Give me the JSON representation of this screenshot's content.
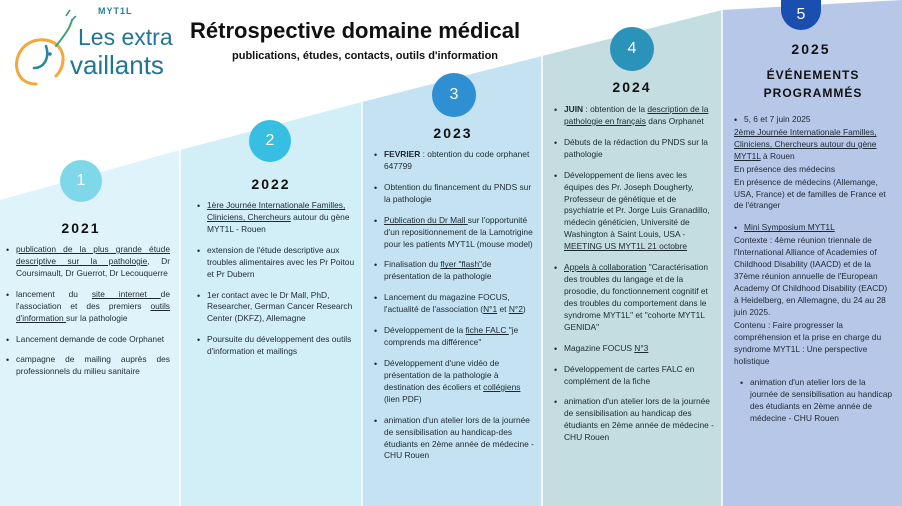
{
  "logo": {
    "tag": "MYT1L",
    "line1": "Les extra",
    "line2": "vaillants"
  },
  "header": {
    "title": "Rétrospective domaine médical",
    "subtitle": "publications, études, contacts, outils d'information"
  },
  "colors": {
    "col1": "#dff4fa",
    "col2": "#d2eef6",
    "col3": "#c4e2f1",
    "col4": "#c3dde0",
    "col5": "#b7c7e8",
    "circle1": "#7fd8ea",
    "circle2": "#36bfe3",
    "circle3": "#2e8fd3",
    "circle4": "#2b93ba",
    "circle5": "#1a4fb0"
  },
  "milestones": [
    {
      "number": "1",
      "year": "2021",
      "items": [
        [
          {
            "t": "publication de la plus grande étude descriptive sur la pathologie",
            "u": true
          },
          {
            "t": ", Dr Coursimault, Dr Guerrot, Dr Lecouquerre"
          }
        ],
        [
          {
            "t": "lancement du "
          },
          {
            "t": "site internet ",
            "u": true
          },
          {
            "t": "de l'association et des premiers "
          },
          {
            "t": "outils d'information ",
            "u": true
          },
          {
            "t": "sur la pathologie"
          }
        ],
        [
          {
            "t": "Lancement demande de code Orphanet"
          }
        ],
        [
          {
            "t": "campagne de mailing auprès des professionnels du milieu sanitaire"
          }
        ]
      ]
    },
    {
      "number": "2",
      "year": "2022",
      "items": [
        [
          {
            "t": "1ère Journée Internationale Familles, Cliniciens, Chercheurs",
            "u": true
          },
          {
            "t": " autour du gène MYT1L - Rouen"
          }
        ],
        [
          {
            "t": "extension de l'étude descriptive aux troubles alimentaires avec les Pr Poitou et Pr Dubern"
          }
        ],
        [
          {
            "t": "1er contact avec le Dr Mall, PhD, Researcher, German Cancer Research Center (DKFZ), Allemagne"
          }
        ],
        [
          {
            "t": "Poursuite du développement des outils d'information et mailings"
          }
        ]
      ]
    },
    {
      "number": "3",
      "year": "2023",
      "items": [
        [
          {
            "t": "FEVRIER",
            "b": true
          },
          {
            "t": " : obtention du code orphanet 647799"
          }
        ],
        [
          {
            "t": "Obtention du financement du PNDS sur la pathologie"
          }
        ],
        [
          {
            "t": "Publication du Dr Mall ",
            "u": true
          },
          {
            "t": "sur l'opportunité d'un repositionnement de la Lamotrigine pour les patients MYT1L (mouse model)"
          }
        ],
        [
          {
            "t": "Finalisation du "
          },
          {
            "t": "flyer \"flash\"",
            "u": true
          },
          {
            "t": "de présentation de la pathologie"
          }
        ],
        [
          {
            "t": "Lancement du magazine FOCUS, l'actualité de l'association ("
          },
          {
            "t": "N°1",
            "u": true
          },
          {
            "t": " et "
          },
          {
            "t": "N°2",
            "u": true
          },
          {
            "t": ")"
          }
        ],
        [
          {
            "t": "Développement de la "
          },
          {
            "t": "fiche FALC ",
            "u": true
          },
          {
            "t": "\"je comprends ma différence\""
          }
        ],
        [
          {
            "t": "Développement d'une vidéo de présentation de la pathologie à destination des écoliers et "
          },
          {
            "t": "collégiens",
            "u": true
          },
          {
            "t": " (lien PDF)"
          }
        ],
        [
          {
            "t": "animation d'un atelier lors de la journée de sensibilisation au handicap-des étudiants en 2ème année de médecine - CHU Rouen"
          }
        ]
      ]
    },
    {
      "number": "4",
      "year": "2024",
      "items": [
        [
          {
            "t": "JUIN",
            "b": true
          },
          {
            "t": " : obtention de la "
          },
          {
            "t": "description de la pathologie en français",
            "u": true
          },
          {
            "t": " dans Orphanet"
          }
        ],
        [
          {
            "t": "Débuts de la rédaction du PNDS sur la pathologie"
          }
        ],
        [
          {
            "t": "Développement de liens avec les équipes des Pr. Joseph Dougherty, Professeur de génétique et de psychiatrie et Pr. Jorge Luis Granadillo, médecin généticien, Université de Washington à Saint Louis, USA - "
          },
          {
            "t": "MEETING US MYT1L 21 octobre",
            "u": true
          }
        ],
        [
          {
            "t": "Appels à collaboration",
            "u": true
          },
          {
            "t": " \"Caractérisation des troubles du langage et de la prosodie, du fonctionnement cognitif et des troubles du comportement dans le syndrome MYT1L\" et \"cohorte MYT1L GENIDA\""
          }
        ],
        [
          {
            "t": "Magazine FOCUS "
          },
          {
            "t": "N°3",
            "u": true
          }
        ],
        [
          {
            "t": "Développement de cartes FALC en complément de la fiche"
          }
        ],
        [
          {
            "t": "animation d'un atelier lors de la journée de sensibilisation au handicap des étudiants en 2ème année de médecine - CHU Rouen"
          }
        ]
      ]
    },
    {
      "number": "5",
      "year": "2025",
      "events_title": "ÉVÉNEMENTS PROGRAMMÉS",
      "first_bullet": "5, 6 et 7 juin 2025",
      "first_block": [
        [
          {
            "t": "2ème Journée Internationale Familles, Cliniciens, Chercheurs autour du gène MYT1L",
            "u": true
          },
          {
            "t": " à Rouen"
          }
        ],
        [
          {
            "t": "En présence des médecins"
          }
        ],
        [
          {
            "t": "En présence de médecins (Allemange, USA, France) et de  familles de France et de l'étranger"
          }
        ]
      ],
      "second_bullet": "Mini Symposium MYT1L",
      "second_block": [
        [
          {
            "t": "Contexte : 4ème réunion triennale de l'International Alliance of Academies of Childhood Disability (IAACD) et de la 37ème réunion annuelle de l'European Academy Of Childhood Disability (EACD) à Heidelberg, en Allemagne, du 24 au 28 juin 2025."
          }
        ],
        [
          {
            "t": "Contenu : Faire progresser la compréhension et la prise en charge du syndrome MYT1L : Une perspective holistique"
          }
        ]
      ],
      "third_bullet": "animation d'un atelier lors de la journée de sensibilisation au handicap des étudiants en 2ème année de médecine - CHU Rouen"
    }
  ]
}
